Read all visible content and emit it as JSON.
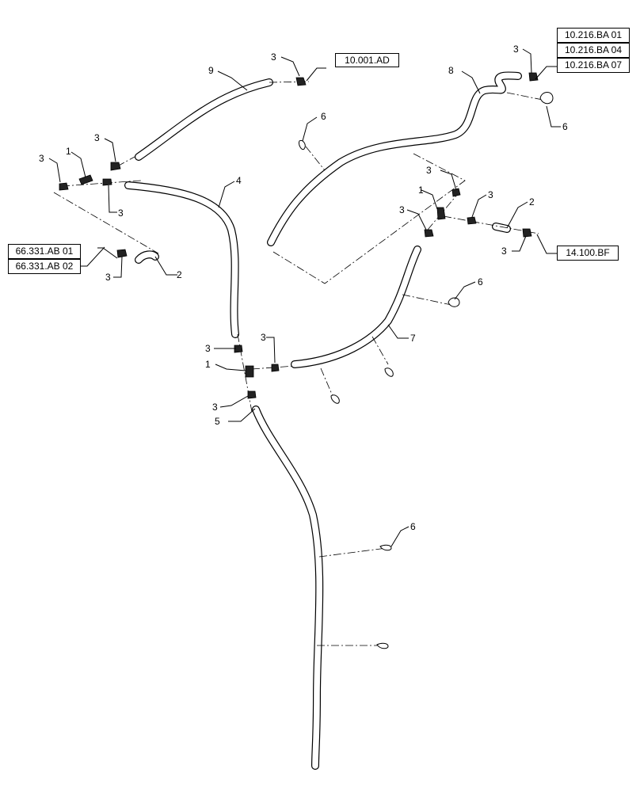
{
  "references": {
    "r_10001AD": "10.001.AD",
    "r_10216BA01": "10.216.BA 01",
    "r_10216BA04": "10.216.BA 04",
    "r_10216BA07": "10.216.BA 07",
    "r_66331AB01": "66.331.AB 01",
    "r_66331AB02": "66.331.AB 02",
    "r_14100BF": "14.100.BF"
  },
  "callouts": {
    "c1": "1",
    "c2": "2",
    "c3": "3",
    "c4": "4",
    "c5": "5",
    "c6": "6",
    "c7": "7",
    "c8": "8",
    "c9": "9"
  }
}
